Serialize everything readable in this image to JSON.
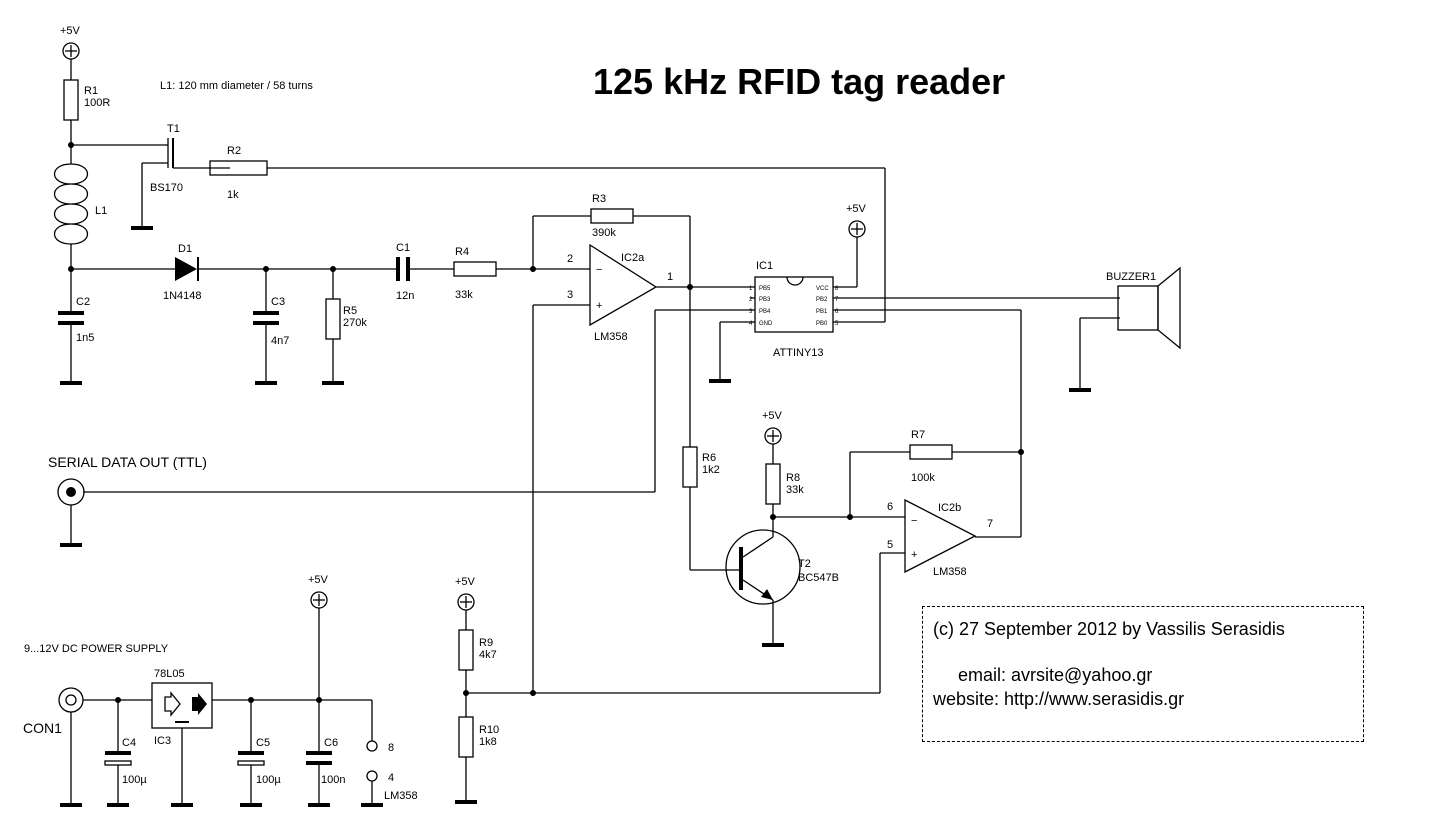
{
  "title": "125 kHz RFID tag reader",
  "coil_note": "L1: 120 mm diameter / 58 turns",
  "supply_label": "+5V",
  "components": {
    "R1": {
      "ref": "R1",
      "value": "100R"
    },
    "R2": {
      "ref": "R2",
      "value": "1k"
    },
    "R3": {
      "ref": "R3",
      "value": "390k"
    },
    "R4": {
      "ref": "R4",
      "value": "33k"
    },
    "R5": {
      "ref": "R5",
      "value": "270k"
    },
    "R6": {
      "ref": "R6",
      "value": "1k2"
    },
    "R7": {
      "ref": "R7",
      "value": "100k"
    },
    "R8": {
      "ref": "R8",
      "value": "33k"
    },
    "R9": {
      "ref": "R9",
      "value": "4k7"
    },
    "R10": {
      "ref": "R10",
      "value": "1k8"
    },
    "C1": {
      "ref": "C1",
      "value": "12n"
    },
    "C2": {
      "ref": "C2",
      "value": "1n5"
    },
    "C3": {
      "ref": "C3",
      "value": "4n7"
    },
    "C4": {
      "ref": "C4",
      "value": "100µ"
    },
    "C5": {
      "ref": "C5",
      "value": "100µ"
    },
    "C6": {
      "ref": "C6",
      "value": "100n"
    },
    "D1": {
      "ref": "D1",
      "value": "1N4148"
    },
    "T1": {
      "ref": "T1",
      "value": "BS170"
    },
    "T2": {
      "ref": "T2",
      "value": "BC547B"
    },
    "L1": {
      "ref": "L1"
    },
    "IC1": {
      "ref": "IC1",
      "value": "ATTINY13"
    },
    "IC2a": {
      "ref": "IC2a",
      "value": "LM358"
    },
    "IC2b": {
      "ref": "IC2b",
      "value": "LM358"
    },
    "IC3": {
      "ref": "IC3",
      "value": "78L05"
    },
    "BUZZER1": {
      "ref": "BUZZER1"
    },
    "CON1": {
      "ref": "CON1"
    }
  },
  "ic1_pins": {
    "left": [
      {
        "num": "1",
        "name": "PB5"
      },
      {
        "num": "2",
        "name": "PB3"
      },
      {
        "num": "3",
        "name": "PB4"
      },
      {
        "num": "4",
        "name": "GND"
      }
    ],
    "right": [
      {
        "num": "8",
        "name": "VCC"
      },
      {
        "num": "7",
        "name": "PB2"
      },
      {
        "num": "6",
        "name": "PB1"
      },
      {
        "num": "5",
        "name": "PB0"
      }
    ]
  },
  "opamp_pins": {
    "ic2a": {
      "inv": "2",
      "noninv": "3",
      "out": "1"
    },
    "ic2b": {
      "inv": "6",
      "noninv": "5",
      "out": "7"
    }
  },
  "power_terminals": {
    "pin8": "8",
    "pin4": "4",
    "chip": "LM358"
  },
  "serial_out_label": "SERIAL DATA OUT (TTL)",
  "power_supply_label": "9...12V DC POWER SUPPLY",
  "credits": {
    "line1": "(c) 27 September 2012 by Vassilis Serasidis",
    "email": "email: avrsite@yahoo.gr",
    "website": "website: http://www.serasidis.gr"
  }
}
